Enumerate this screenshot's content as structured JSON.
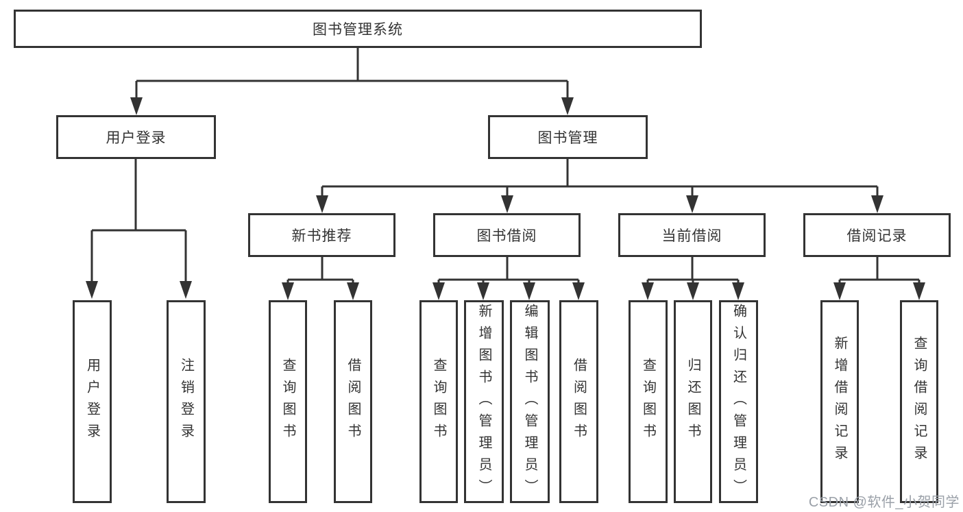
{
  "page": {
    "background": "#ffffff"
  },
  "diagram": {
    "line_color": "#333333",
    "box_border_color": "#333333",
    "text_color": "#333333",
    "root": {
      "label": "图书管理系统"
    },
    "branches": [
      {
        "label": "用户登录",
        "children": [
          {
            "label": "用户登录"
          },
          {
            "label": "注销登录"
          }
        ]
      },
      {
        "label": "图书管理",
        "children": [
          {
            "label": "新书推荐",
            "children": [
              {
                "label": "查询图书"
              },
              {
                "label": "借阅图书"
              }
            ]
          },
          {
            "label": "图书借阅",
            "children": [
              {
                "label": "查询图书"
              },
              {
                "label": "新增图书（管理员）"
              },
              {
                "label": "编辑图书（管理员）"
              },
              {
                "label": "借阅图书"
              }
            ]
          },
          {
            "label": "当前借阅",
            "children": [
              {
                "label": "查询图书"
              },
              {
                "label": "归还图书"
              },
              {
                "label": "确认归还（管理员）"
              }
            ]
          },
          {
            "label": "借阅记录",
            "children": [
              {
                "label": "新增借阅记录"
              },
              {
                "label": "查询借阅记录"
              }
            ]
          }
        ]
      }
    ]
  },
  "watermark": {
    "text": "CSDN @软件_小贺同学",
    "color": "#9aa0a8"
  }
}
